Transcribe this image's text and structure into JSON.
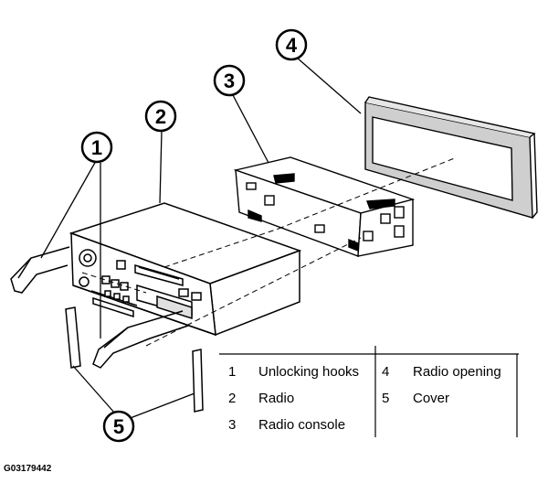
{
  "figure_id": "G03179442",
  "callouts": [
    "1",
    "2",
    "3",
    "4",
    "5"
  ],
  "legend": [
    {
      "num": "1",
      "label": "Unlocking hooks"
    },
    {
      "num": "2",
      "label": "Radio"
    },
    {
      "num": "3",
      "label": "Radio console"
    },
    {
      "num": "4",
      "label": "Radio opening"
    },
    {
      "num": "5",
      "label": "Cover"
    }
  ],
  "colors": {
    "line": "#000000",
    "bezel_fill": "#cfcfcf",
    "background": "#ffffff"
  }
}
